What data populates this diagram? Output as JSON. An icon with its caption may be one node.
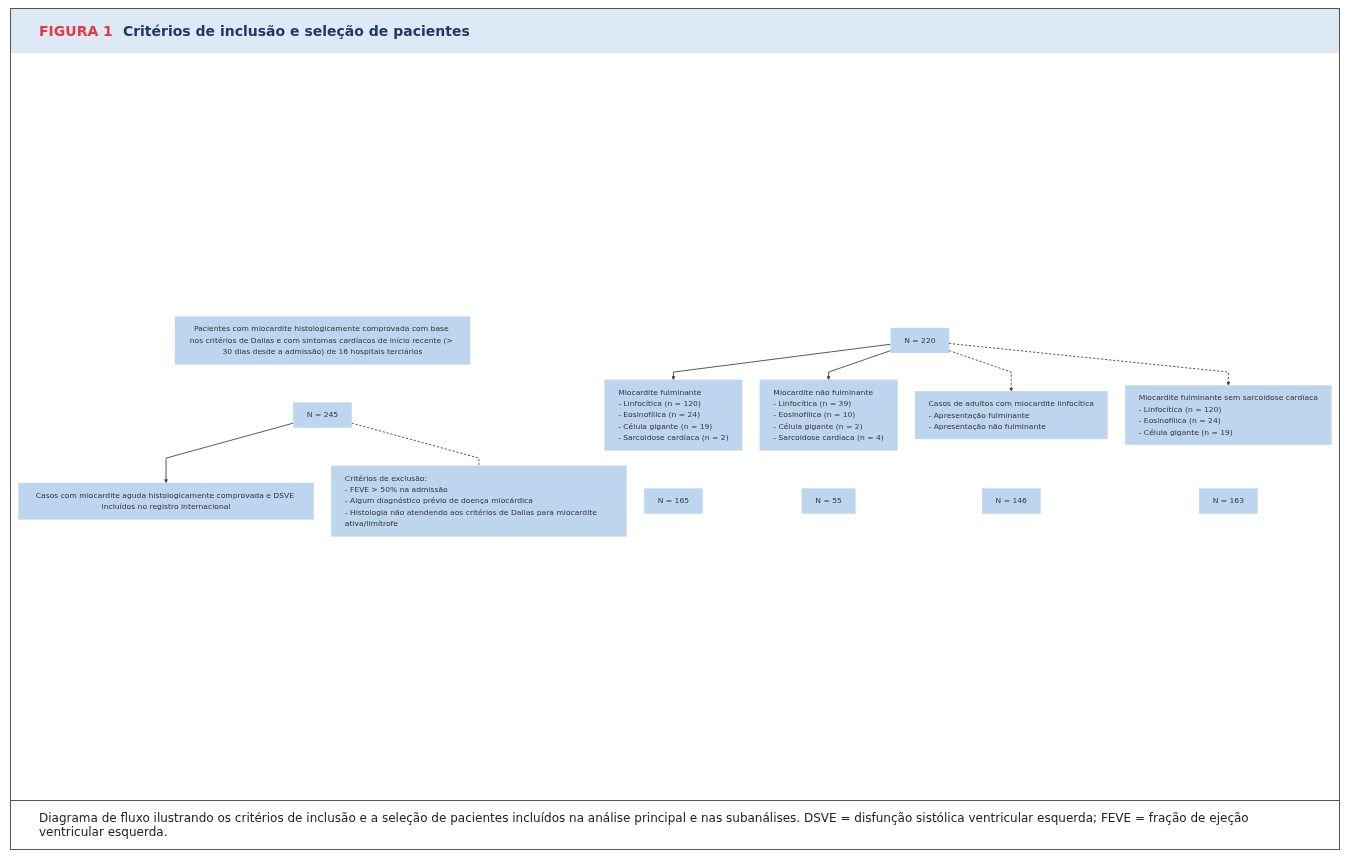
{
  "diagram": {
    "title": "Critérios de inclusão e seleção de pacientes",
    "caption": "Diagrama de fluxo ilustrando os critérios de inclusão e a seleção de pacientes incluídos na análise principal e nas subanálises. DSVE = disfunção sistólica ventricular esquerda; FEVE = fração de ejeção ventricular esquerda.",
    "nodes": [
      {
        "text": [
          "Pacientes com miocardite histologicamente comprovada com base nos critérios de Dallas e com sintomas cardíacos de início recente (> 30 dias desde a admissão) de 16 hospitais terciários"
        ]
      },
      {
        "text": [
          "N = 245"
        ]
      },
      {
        "text": [
          "Critérios de exclusão:",
          "- FEVE > 50% na admissão",
          "- Algum diagnóstico prévio de doença miocárdica",
          "- Histologia não atendendo aos critérios de Dallas para miocardite ativa/limítrofe"
        ]
      },
      {
        "text": [
          "Casos com miocardite aguda histologicamente comprovada e DSVE incluídos no registro internacional"
        ]
      },
      {
        "text": [
          "N = 220"
        ]
      },
      {
        "text": [
          "Casos de adultos com miocardite linfocítica",
          "- Apresentação fulminante",
          "- Apresentação não fulminante"
        ]
      },
      {
        "text": [
          "N = 146"
        ]
      },
      {
        "text": [
          "Miocardite fulminante",
          "- Linfocítica (n = 120)",
          "- Eosinofílica (n = 24)",
          "- Célula gigante (n = 19)",
          "- Sarcoidose cardíaca (n = 2)"
        ]
      },
      {
        "text": [
          "Miocardite não fulminante",
          "- Linfocítica (n = 39)",
          "- Eosinofílica (n = 10)",
          "- Célula gigante (n = 2)",
          "- Sarcoidose cardíaca (n = 4)"
        ]
      },
      {
        "text": [
          "Miocardite fulminante sem sarcoidose cardíaca",
          "- Linfocítica (n = 120)",
          "- Eosinofílica (n = 24)",
          "- Célula gigante (n = 19)"
        ]
      },
      {
        "text": [
          "N = 165"
        ]
      },
      {
        "text": [
          "N = 55"
        ]
      },
      {
        "text": [
          "N = 163"
        ]
      }
    ],
    "edges": [
      {
        "from": 1,
        "to": 3,
        "arrow": "to"
      },
      {
        "from": 1,
        "to": 2,
        "arrow": "none",
        "style": "dashed"
      },
      {
        "from": 4,
        "to": 7,
        "arrow": "to"
      },
      {
        "from": 4,
        "to": 8,
        "arrow": "to"
      },
      {
        "from": 4,
        "to": 5,
        "arrow": "to",
        "style": "dashed"
      },
      {
        "from": 4,
        "to": 9,
        "arrow": "to",
        "style": "dashed"
      }
    ],
    "labels": [
      "FIGURA 1"
    ]
  }
}
